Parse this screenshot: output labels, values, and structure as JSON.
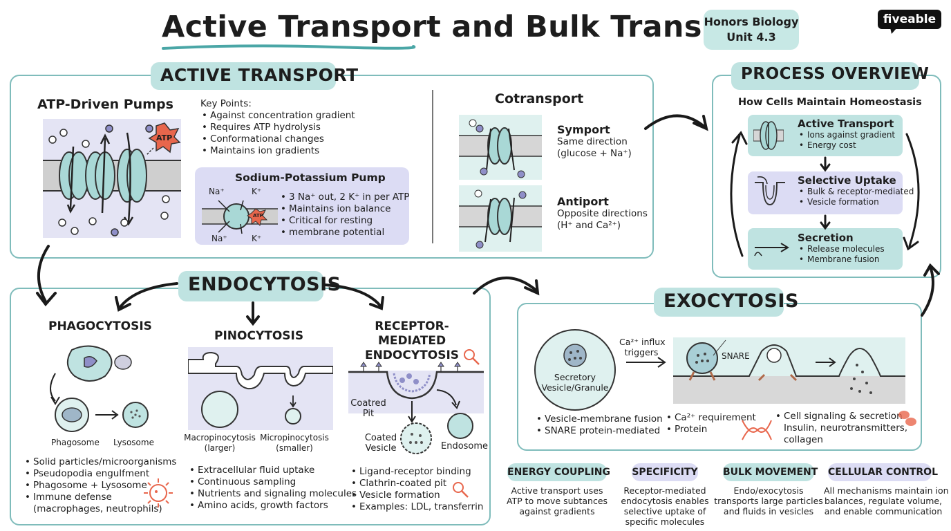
{
  "title": "Active Transport and Bulk Transport",
  "badge": {
    "line1": "Honors Biology",
    "line2": "Unit 4.3"
  },
  "brand": "fiveable",
  "active": {
    "title": "ACTIVE TRANSPORT",
    "pumps_title": "ATP-Driven Pumps",
    "atp_label": "ATP",
    "key_points_title": "Key Points:",
    "key_points": [
      "Against concentration gradient",
      "Requires ATP hydrolysis",
      "Conformational changes",
      "Maintains ion gradients"
    ],
    "napk": {
      "title": "Sodium-Potassium Pump",
      "na_top": "Na⁺",
      "k_top": "K⁺",
      "na_bot": "Na⁺",
      "k_bot": "K⁺",
      "atp": "ATP",
      "points": [
        "3 Na⁺ out, 2 K⁺ in per ATP",
        "Maintains ion balance",
        "Critical for resting",
        "membrane potential"
      ]
    },
    "cotransport": {
      "title": "Cotransport",
      "symport_title": "Symport",
      "symport_l1": "Same direction",
      "symport_l2": "(glucose + Na⁺)",
      "antiport_title": "Antiport",
      "antiport_l1": "Opposite directions",
      "antiport_l2": "(H⁺ and Ca²⁺)"
    }
  },
  "overview": {
    "title": "PROCESS OVERVIEW",
    "subtitle": "How Cells Maintain Homeostasis",
    "steps": [
      {
        "title": "Active Transport",
        "l1": "Ions against gradient",
        "l2": "Energy cost"
      },
      {
        "title": "Selective Uptake",
        "l1": "Bulk & receptor-mediated",
        "l2": "Vesicle formation"
      },
      {
        "title": "Secretion",
        "l1": "Release molecules",
        "l2": "Membrane fusion"
      }
    ]
  },
  "endo": {
    "title": "ENDOCYTOSIS",
    "phago": {
      "title": "PHAGOCYTOSIS",
      "phagosome": "Phagosome",
      "lysosome": "Lysosome",
      "points": [
        "Solid particles/microorganisms",
        "Pseudopodia engulfment",
        "Phagosome + Lysosome",
        "Immune defense",
        "(macrophages, neutrophils)"
      ]
    },
    "pino": {
      "title": "PINOCYTOSIS",
      "macro_l1": "Macropinocytosis",
      "macro_l2": "(larger)",
      "micro_l1": "Micropinocytosis",
      "micro_l2": "(smaller)",
      "points": [
        "Extracellular fluid uptake",
        "Continuous sampling",
        "Nutrients and signaling molecules",
        "Amino acids, growth factors"
      ]
    },
    "rme": {
      "title_l1": "RECEPTOR-MEDIATED",
      "title_l2": "ENDOCYTOSIS",
      "coated_pit_l1": "Coatred",
      "coated_pit_l2": "Pit",
      "coated_vesicle_l1": "Coated",
      "coated_vesicle_l2": "Vesicle",
      "endosome": "Endosome",
      "points": [
        "Ligand-receptor binding",
        "Clathrin-coated pit",
        "Vesicle formation",
        "Examples: LDL, transferrin"
      ]
    }
  },
  "exo": {
    "title": "EXOCYTOSIS",
    "vesicle_l1": "Secretory",
    "vesicle_l2": "Vesicle/Granule",
    "trigger_l1": "Ca²⁺ influx",
    "trigger_l2": "triggers",
    "snare": "SNARE",
    "col1": [
      "Vesicle-membrane fusion",
      "SNARE protein-mediated"
    ],
    "col2": [
      "Ca²⁺ requirement",
      "Protein"
    ],
    "col3_l1": "Cell signaling & secretion",
    "col3_l2": "Insulin, neurotransmitters,",
    "col3_l3": "collagen"
  },
  "concepts": [
    {
      "title": "ENERGY COUPLING",
      "lines": [
        "Active transport uses",
        "ATP to move subtances",
        "against gradients"
      ]
    },
    {
      "title": "SPECIFICITY",
      "lines": [
        "Receptor-mediated",
        "endocytosis enables",
        "selective uptake of",
        "specific molecules"
      ]
    },
    {
      "title": "BULK MOVEMENT",
      "lines": [
        "Endo/exocytosis",
        "transports large particles",
        "and fluids in vesicles"
      ]
    },
    {
      "title": "CELLULAR CONTROL",
      "lines": [
        "All mechanisms maintain ion",
        "balances, regulate volume,",
        "and enable communication"
      ]
    }
  ],
  "colors": {
    "teal": "#bfe3e1",
    "panel_border": "#7fbcbb",
    "lavender": "#dcdcf4",
    "accent_red": "#e8664c",
    "membrane": "#d9d9d9",
    "pump_fill": "#a9d8d6"
  }
}
